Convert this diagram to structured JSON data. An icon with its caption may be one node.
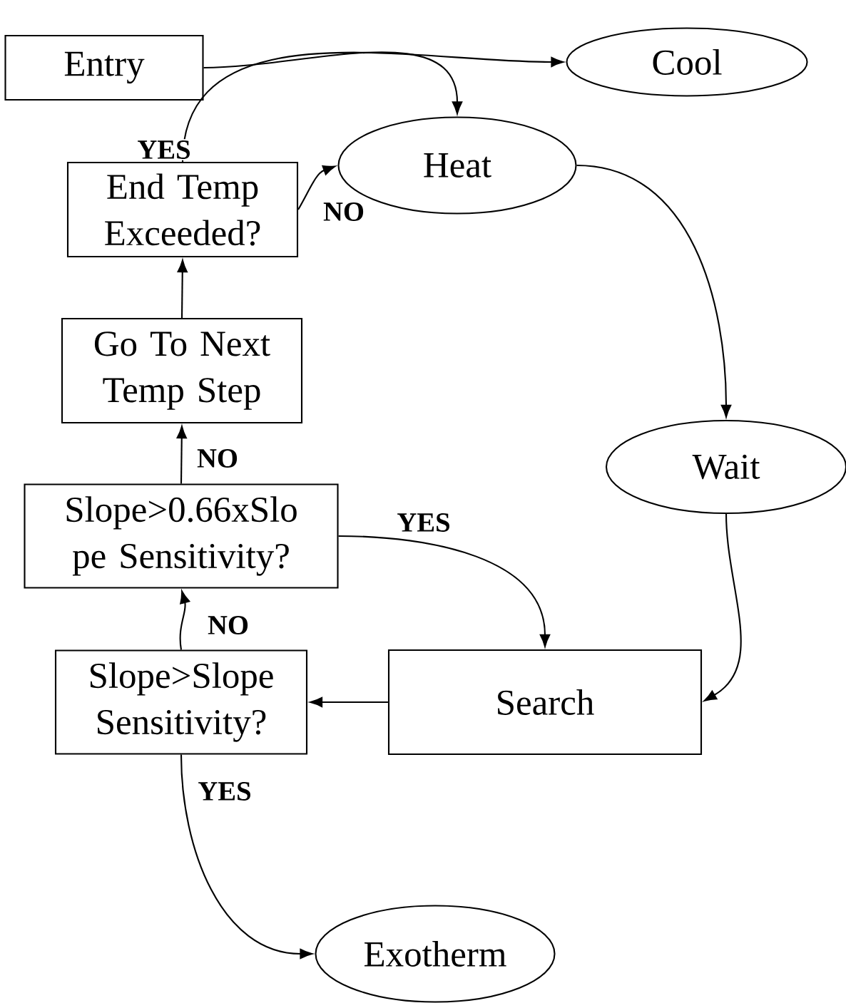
{
  "diagram": {
    "nodes": [
      {
        "text": [
          "Entry"
        ]
      },
      {
        "text": [
          "Cool"
        ]
      },
      {
        "text": [
          "Heat"
        ]
      },
      {
        "text": [
          "End Temp Exceeded?"
        ]
      },
      {
        "text": [
          "Go To Next Temp Step"
        ]
      },
      {
        "text": [
          "Wait"
        ]
      },
      {
        "text": [
          "Slope>0.66xSlo pe Sensitivity?"
        ]
      },
      {
        "text": [
          "Slope>Slope Sensitivity?"
        ]
      },
      {
        "text": [
          "Search"
        ]
      },
      {
        "text": [
          "Exotherm"
        ]
      }
    ],
    "edges": [
      {
        "from": 0,
        "to": 2,
        "arrow": "to"
      },
      {
        "from": 3,
        "to": 1,
        "arrow": "to",
        "label": "YES"
      },
      {
        "from": 3,
        "to": 2,
        "arrow": "to",
        "label": "NO"
      },
      {
        "from": 2,
        "to": 5,
        "arrow": "to"
      },
      {
        "from": 5,
        "to": 8,
        "arrow": "to"
      },
      {
        "from": 8,
        "to": 7,
        "arrow": "to"
      },
      {
        "from": 7,
        "to": 6,
        "arrow": "to",
        "label": "NO"
      },
      {
        "from": 6,
        "to": 4,
        "arrow": "to",
        "label": "NO"
      },
      {
        "from": 4,
        "to": 3,
        "arrow": "to"
      },
      {
        "from": 6,
        "to": 8,
        "arrow": "to",
        "label": "YES"
      },
      {
        "from": 7,
        "to": 9,
        "arrow": "to",
        "label": "YES"
      }
    ]
  }
}
